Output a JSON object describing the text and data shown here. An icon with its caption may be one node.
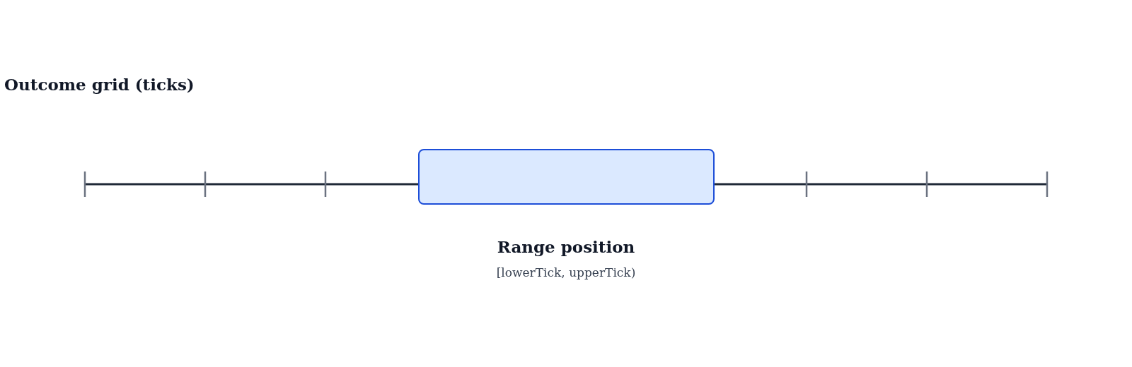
{
  "diagram": {
    "title": "Outcome grid (ticks)",
    "nodes": [
      {
        "text": [],
        "shape": "box"
      }
    ],
    "edges": [],
    "labels": [
      "Range position",
      "[lowerTick, upperTick)"
    ]
  }
}
